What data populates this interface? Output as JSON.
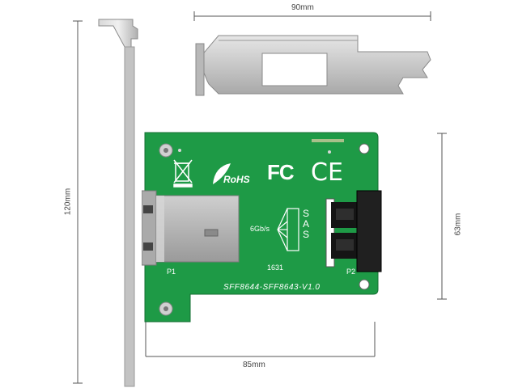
{
  "dimensions": {
    "width_top": "90mm",
    "height_left": "120mm",
    "height_right": "63mm",
    "width_bottom": "85mm"
  },
  "board": {
    "speed": "6Gb/s",
    "sas_letters": [
      "S",
      "A",
      "S"
    ],
    "batch": "1631",
    "model": "SFF8644-SFF8643-V1.0",
    "port1_label": "P1",
    "port2_label": "P2",
    "rohs_mark": "RoHS",
    "fc_mark": "FC",
    "ce_mark": "CE"
  },
  "colors": {
    "pcb_green": "#1e9a46",
    "bracket_silver": "#c9c9c9",
    "connector_black": "#151515"
  }
}
